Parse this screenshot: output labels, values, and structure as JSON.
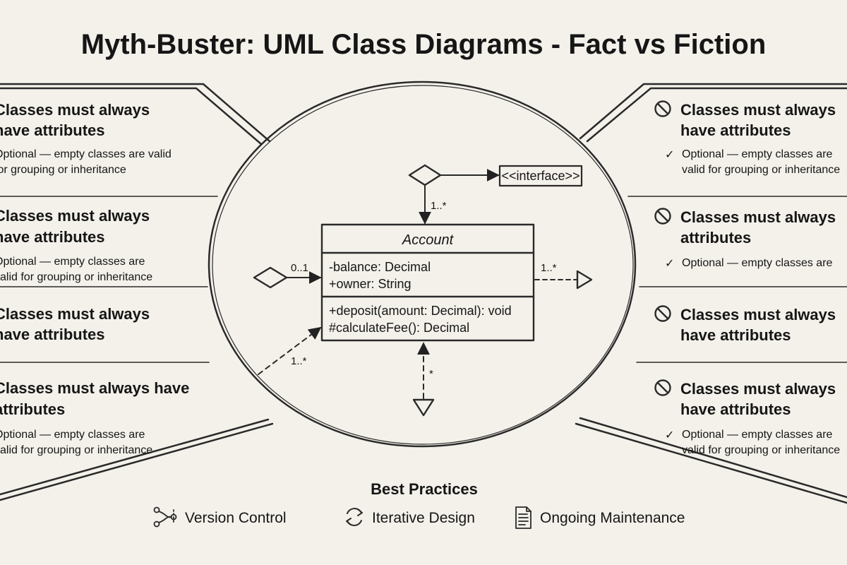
{
  "title": "Myth-Buster: UML Class Diagrams - Fact vs Fiction",
  "myths_left": [
    {
      "myth_lines": [
        "Classes must always",
        "have attributes"
      ],
      "fact_lines": [
        "Optional — empty classes are valid",
        "for grouping or inheritance"
      ]
    },
    {
      "myth_lines": [
        "Classes must always",
        "have attributes"
      ],
      "fact_lines": [
        "Optional — empty classes are",
        "valid for grouping or inheritance"
      ]
    },
    {
      "myth_lines": [
        "Classes must always",
        "have attributes"
      ],
      "fact_lines": []
    },
    {
      "myth_lines": [
        "Classes must always have",
        "attributes"
      ],
      "fact_lines": [
        "Optional — empty classes are",
        "valid for grouping or inheritance"
      ]
    }
  ],
  "myths_right": [
    {
      "myth_lines": [
        "Classes must always",
        "have attributes"
      ],
      "fact_lines": [
        "Optional — empty classes are",
        "valid for grouping or inheritance"
      ]
    },
    {
      "myth_lines": [
        "Classes must always",
        "attributes"
      ],
      "fact_lines": [
        "Optional — empty classes are"
      ]
    },
    {
      "myth_lines": [
        "Classes must always",
        "have attributes"
      ],
      "fact_lines": []
    },
    {
      "myth_lines": [
        "Classes must always",
        "have attributes"
      ],
      "fact_lines": [
        "Optional — empty classes are",
        "valid for grouping or inheritance"
      ]
    }
  ],
  "icons": {
    "myth": "no-entry-icon",
    "fact": "check-mark-icon"
  },
  "check_glyph": "✓",
  "uml": {
    "class_name": "Account",
    "attributes": [
      "-balance: Decimal",
      "+owner: String"
    ],
    "methods": [
      "+deposit(amount: Decimal): void",
      "#calculateFee(): Decimal"
    ],
    "interface_label": "<<interface>>",
    "multiplicities": {
      "top": "1..*",
      "left": "0..1",
      "right": "1..*",
      "bottom_left": "1..*",
      "bottom": "*"
    }
  },
  "best_practices": {
    "title": "Best Practices",
    "items": [
      {
        "label": "Version Control",
        "icon": "branch-icon"
      },
      {
        "label": "Iterative Design",
        "icon": "cycle-icon"
      },
      {
        "label": "Ongoing Maintenance",
        "icon": "document-icon"
      }
    ]
  }
}
